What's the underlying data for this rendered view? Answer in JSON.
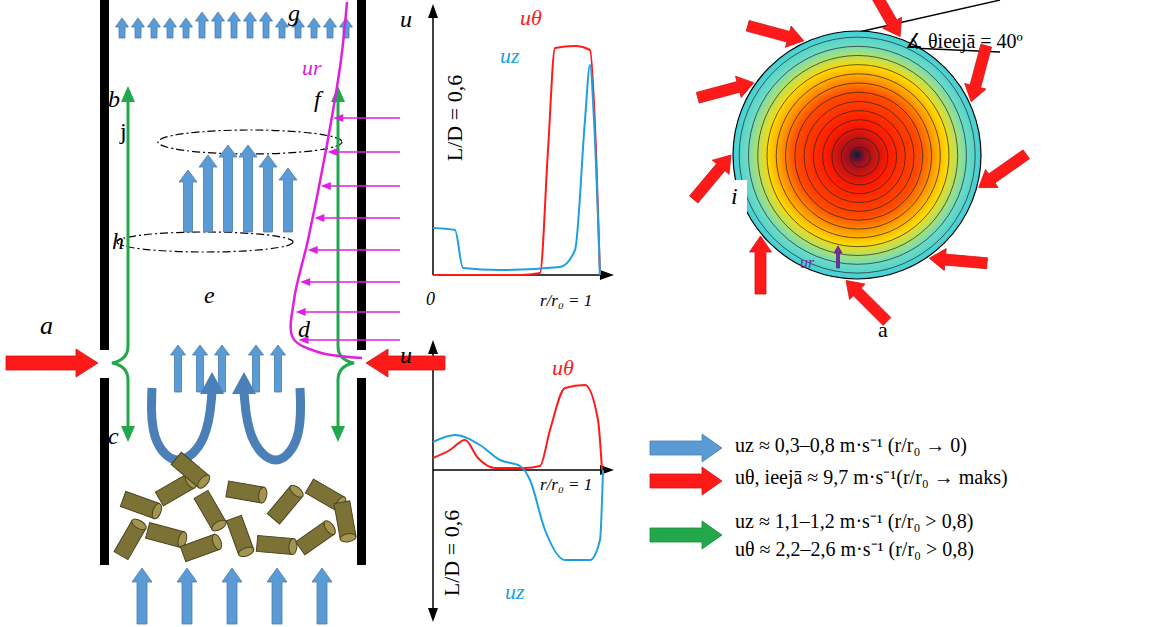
{
  "diagram": {
    "nodes": [
      {
        "text": [
          "i"
        ]
      }
    ],
    "labels": [
      "a",
      "b",
      "c",
      "d",
      "e",
      "f",
      "g",
      "h",
      "j",
      "u",
      "uθ",
      "uz",
      "ur",
      "L/D = 0,6",
      "0",
      "r/r₀ = 1",
      "u",
      "uθ",
      "uz",
      "L/D = 0,6",
      "r/r₀ = 1",
      "∡ θieejā = 40º",
      "a",
      "ur"
    ],
    "legend": [
      {
        "text": "uz ≈ 0,3–0,8 m·s⁻¹ (r/r₀ → 0)",
        "color": "#5b9bd5"
      },
      {
        "text": "uθ, ieejā ≈ 9,7 m·s⁻¹(r/r₀ → maks)",
        "color": "#ff1a1a"
      },
      {
        "text": "uz ≈ 1,1–1,2 m·s⁻¹ (r/r₀ > 0,8)",
        "color": "#22a84a"
      },
      {
        "text": "uθ ≈ 2,2–2,6 m·s⁻¹ (r/r₀ > 0,8)"
      }
    ]
  }
}
